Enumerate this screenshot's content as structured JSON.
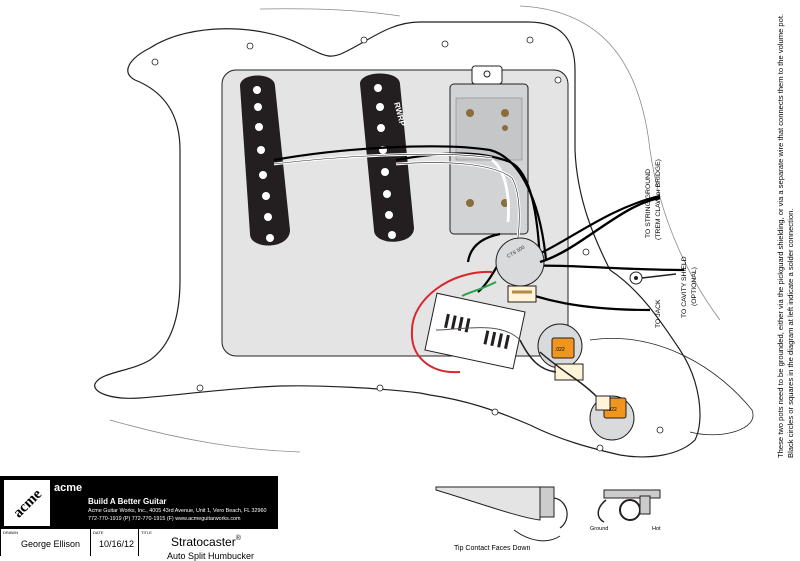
{
  "pickup": {
    "neck_label": "RWRP"
  },
  "pot_labels": {
    "cts": "CTS 500"
  },
  "cap_labels": {
    "cap_value": ".022"
  },
  "annotations": {
    "string_ground_1": "TO STRING GROUND",
    "string_ground_2": "(TREM CLAW or BRIDGE)",
    "cavity_1": "TO CAVITY SHIELD",
    "cavity_2": "(OPTIONAL)",
    "jack": "TO JACK",
    "side_note": "These two pots need to be grounded, either via the pickguard shielding, or via a separate wire that connects them to the volume pot. Black circles or squares in the diagram at left indicate a solder connection.",
    "tip_contact": "Tip Contact Faces Down",
    "ground": "Ground",
    "hot": "Hot"
  },
  "title_block": {
    "logo": "acme",
    "slogan": "Build A Better Guitar",
    "address": "Acme Guitar Works, Inc., 4005 43rd Avenue, Unit 1, Vero Beach, FL 32960",
    "contact": "772-770-1919 (P)      772-770-1915 (F)      www.acmeguitarworks.com",
    "drawn_label": "DRAWN",
    "drawn_by": "George Ellison",
    "date_label": "DATE",
    "date": "10/16/12",
    "title_label": "TITLE",
    "title": "Stratocaster",
    "registered": "®",
    "subtitle": "Auto Split Humbucker"
  },
  "colors": {
    "wire_black": "#000000",
    "wire_red": "#d9262b",
    "wire_green": "#29a24a",
    "wire_white": "#ffffff",
    "cap_orange": "#f0961e",
    "pickup_black": "#231f20"
  }
}
